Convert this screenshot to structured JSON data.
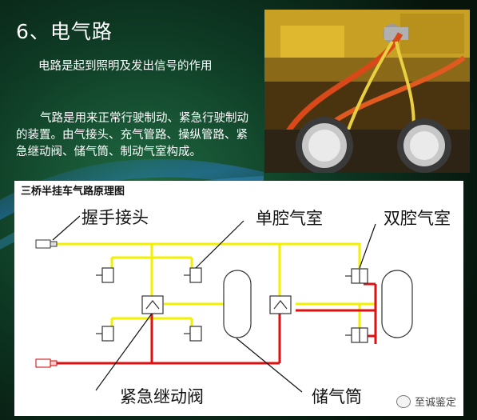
{
  "slide": {
    "title": "6、电气路",
    "paragraph_1": "电路是起到照明及发出信号的作用",
    "paragraph_2": "气路是用来正常行驶制动、紧急行驶制动的装置。由气接头、充气管路、操纵管路、紧急继动阀、储气筒、制动气室构成。"
  },
  "diagram": {
    "heading": "三桥半挂车气路原理图",
    "labels": {
      "handle_connector": "握手接头",
      "single_chamber": "单腔气室",
      "double_chamber": "双腔气室",
      "relay_valve": "紧急继动阀",
      "air_tank": "储气筒"
    },
    "colors": {
      "control_line": "#f2f000",
      "supply_line": "#e01010"
    }
  },
  "watermark": {
    "text": "至诚鉴定",
    "icon": "wechat-icon"
  }
}
